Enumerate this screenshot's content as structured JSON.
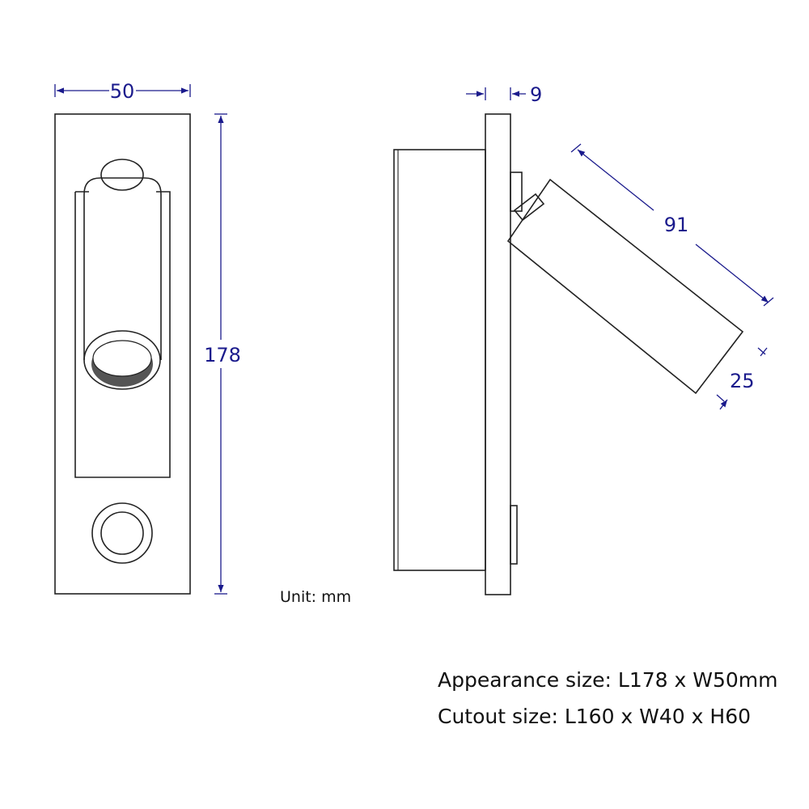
{
  "dimensions": {
    "width": "50",
    "height": "178",
    "depth": "9",
    "lamp_length": "91",
    "lamp_diameter": "25"
  },
  "unit_note": "Unit: mm",
  "specs": {
    "appearance": "Appearance size: L178 x W50mm",
    "cutout": "Cutout size: L160 x W40 x H60"
  },
  "colors": {
    "dimension": "#1a1a8c",
    "outline": "#222222"
  }
}
